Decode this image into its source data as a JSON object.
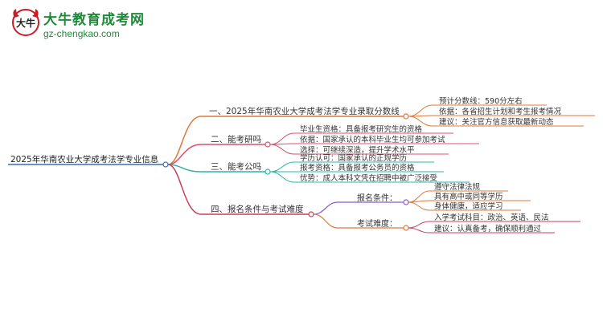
{
  "logo": {
    "title": "大牛教育成考网",
    "url": "gz-chengkao.com",
    "glyph": "大牛"
  },
  "mindmap": {
    "root": "2025年华南农业大学成考法学专业信息",
    "branches": [
      {
        "label": "一、2025年华南农业大学成考法学专业录取分数线",
        "color": "#e0783a",
        "leaves": [
          "预计分数线：590分左右",
          "依据：各省招生计划和考生报考情况",
          "建议：关注官方信息获取最新动态"
        ]
      },
      {
        "label": "二、能考研吗",
        "color": "#d9506a",
        "leaves": [
          "毕业生资格：具备报考研究生的资格",
          "依据：国家承认的本科毕业生均可参加考试",
          "选择：可继续深造，提升学术水平"
        ]
      },
      {
        "label": "三、能考公吗",
        "color": "#2fb3a8",
        "leaves": [
          "学历认可：国家承认的正规学历",
          "报考资格：具备报考公务员的资格",
          "优势：成人本科文凭在招聘中被广泛接受"
        ]
      },
      {
        "label": "四、报名条件与考试难度",
        "color": "#c2405a",
        "sub": [
          {
            "label": "报名条件：",
            "color": "#8a5ac8",
            "leaves": [
              "遵守法律法规",
              "具有高中或同等学历",
              "身体健康，适应学习"
            ]
          },
          {
            "label": "考试难度：",
            "color": "#e0783a",
            "leaves": [
              "入学考试科目：政治、英语、民法",
              "建议：认真备考，确保顺利通过"
            ]
          }
        ]
      }
    ]
  }
}
